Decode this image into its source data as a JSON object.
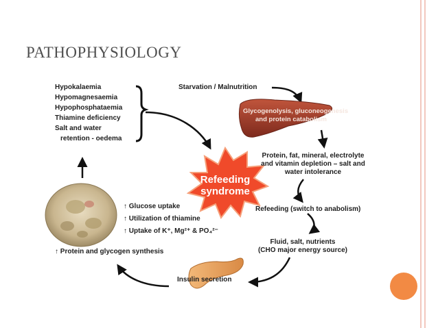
{
  "slide": {
    "title": "PATHOPHYSIOLOGY"
  },
  "diagram": {
    "complications": [
      "Hypokalaemia",
      "Hypomagnesaemia",
      "Hypophosphataemia",
      "Thiamine deficiency",
      "Salt and water",
      "retention - oedema"
    ],
    "center_label": [
      "Refeeding",
      "syndrome"
    ],
    "starvation": "Starvation / Malnutrition",
    "liver_label": [
      "Glycogenolysis, gluconeogenesis",
      "and protein catabolism"
    ],
    "depletion": [
      "Protein, fat, mineral, electrolyte",
      "and vitamin depletion – salt and",
      "water intolerance"
    ],
    "refeeding": "Refeeding (switch to anabolism)",
    "fluid": [
      "Fluid, salt, nutrients",
      "(CHO major energy source)"
    ],
    "insulin": "Insulin secretion",
    "effects": {
      "glucose": "↑ Glucose uptake",
      "thiamine": "↑ Utilization of thiamine",
      "uptake": "↑ Uptake of K⁺, Mg²⁺ & PO₄²⁻"
    },
    "synthesis": "↑ Protein and glycogen synthesis"
  },
  "colors": {
    "accent_orange": "#f28a44",
    "border_pink": "#f2c7bd",
    "starburst_red": "#f04a2a",
    "liver_brown": "#9c3b2a",
    "pancreas_orange": "#e8a25a"
  }
}
